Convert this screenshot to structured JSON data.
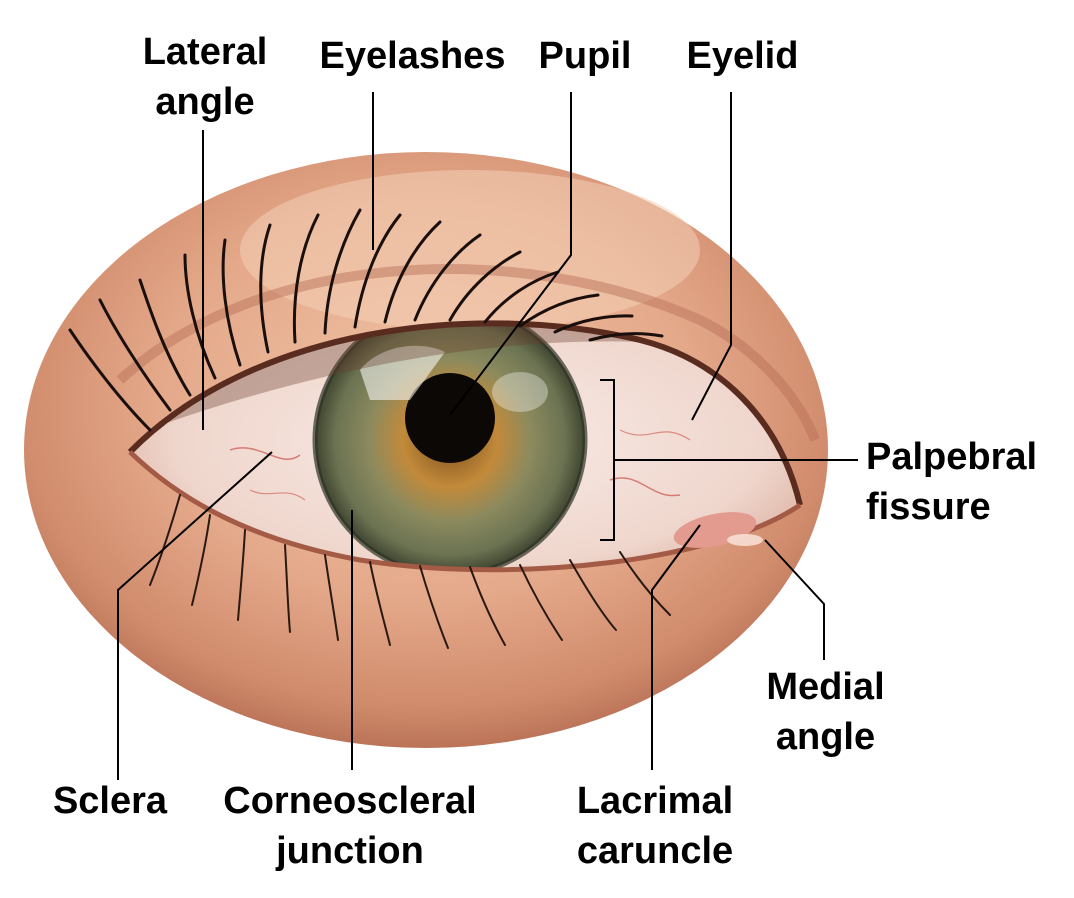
{
  "labels": {
    "lateral_angle": [
      "Lateral",
      "angle"
    ],
    "eyelashes": [
      "Eyelashes"
    ],
    "pupil": [
      "Pupil"
    ],
    "eyelid": [
      "Eyelid"
    ],
    "palpebral_fissure": [
      "Palpebral",
      "fissure"
    ],
    "medial_angle": [
      "Medial",
      "angle"
    ],
    "lacrimal_caruncle": [
      "Lacrimal",
      "caruncle"
    ],
    "corneoscleral_junction": [
      "Corneoscleral",
      "junction"
    ],
    "sclera": [
      "Sclera"
    ]
  },
  "colors": {
    "skin_light": "#f2c6aa",
    "skin": "#d9987a",
    "skin_dark": "#b26a50",
    "sclera": "#f3e4de",
    "iris_outer": "#6f7a55",
    "iris_inner": "#b98a3c",
    "pupil": "#0c0806",
    "lash": "#1a0f0c",
    "leader_line": "#000000"
  }
}
